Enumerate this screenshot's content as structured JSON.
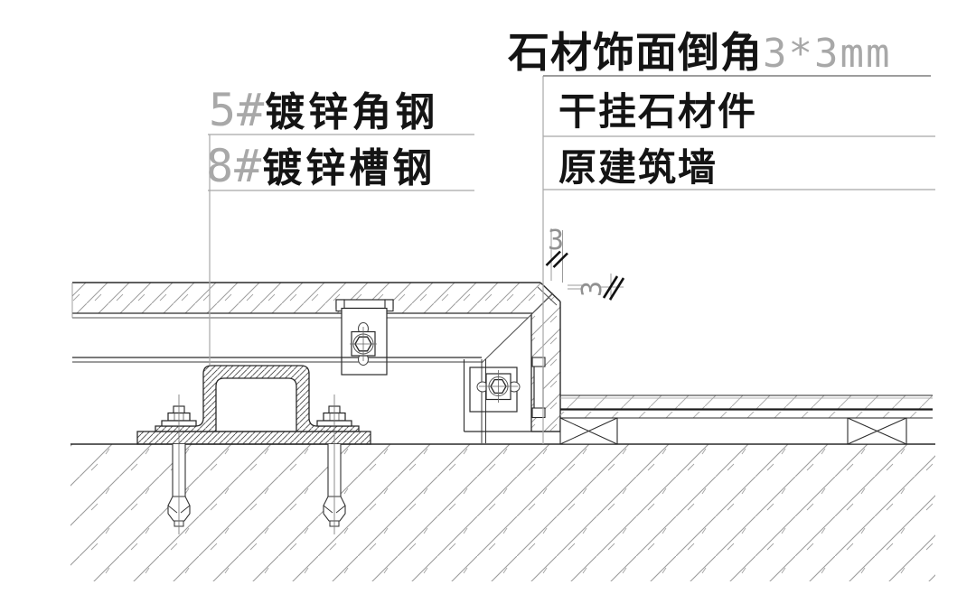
{
  "drawing": {
    "title": {
      "name": "石材饰面倒角",
      "spec": "3*3mm"
    },
    "callouts": {
      "angle_steel_prefix": "5#",
      "angle_steel": "镀锌角钢",
      "channel_steel_prefix": "8#",
      "channel_steel": "镀锌槽钢",
      "stone_hanger": "干挂石材件",
      "original_wall": "原建筑墙"
    },
    "dimensions": {
      "chamfer_width": "3",
      "chamfer_height": "3"
    },
    "colors": {
      "background": "#ffffff",
      "outline": "#2a2a2a",
      "leader": "#a8a8a8",
      "hatch": "#9a9a9a",
      "dimension_tick": "#111111"
    }
  }
}
